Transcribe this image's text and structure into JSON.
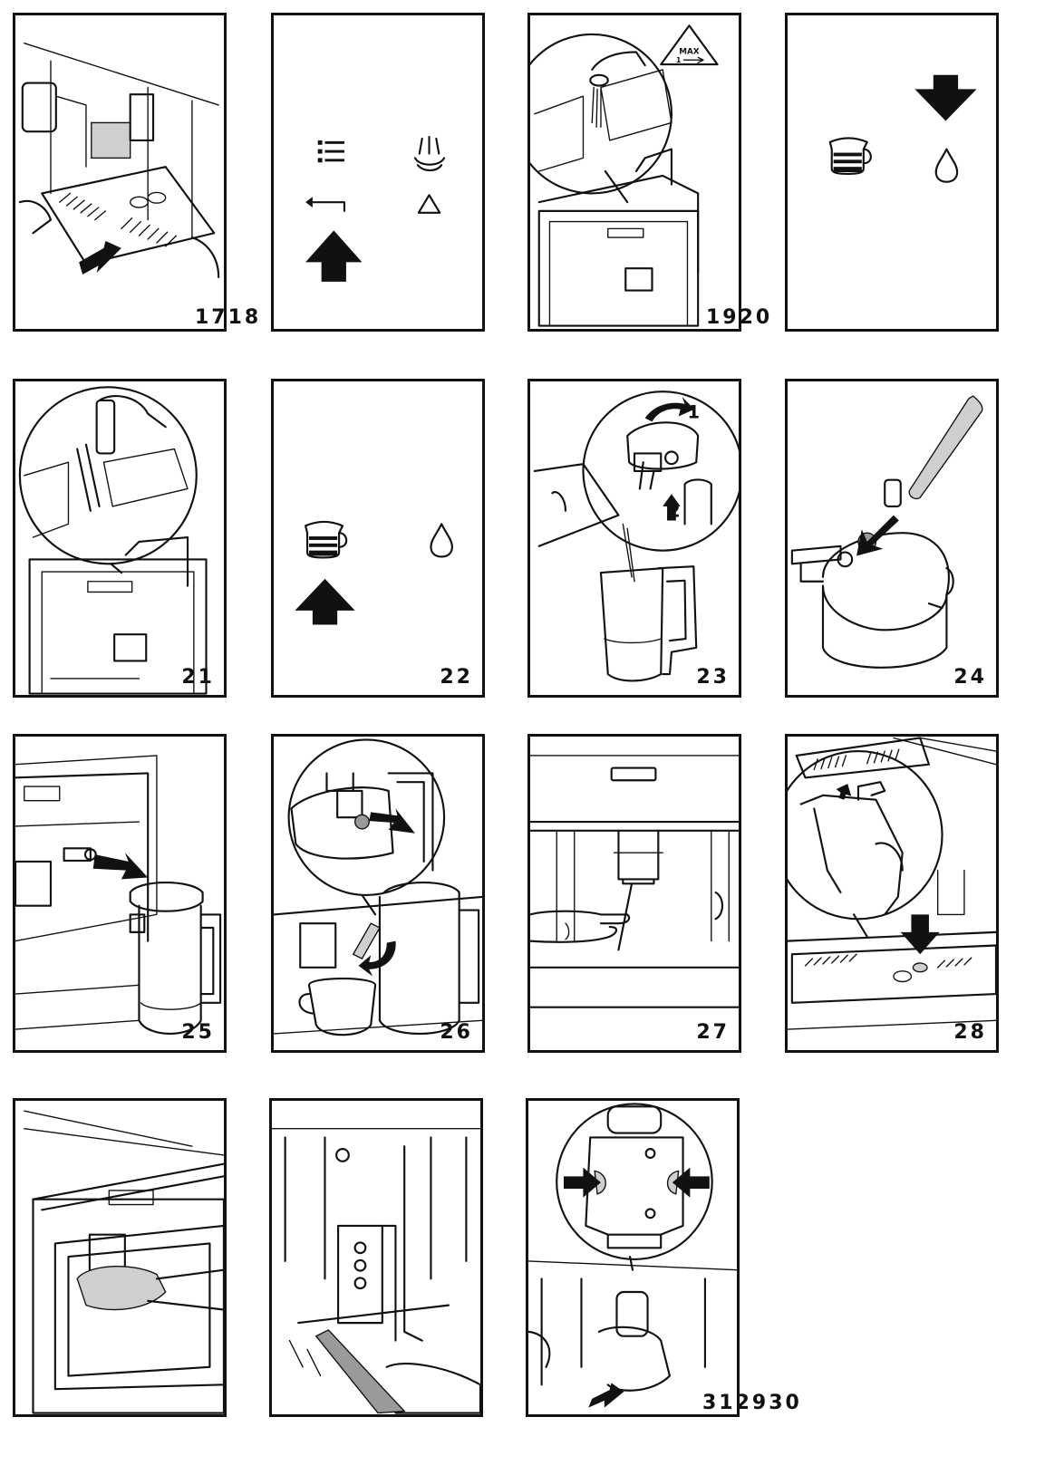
{
  "figures": [
    {
      "id": "fig-17-18",
      "label": "1718"
    },
    {
      "id": "fig-display-1",
      "label": ""
    },
    {
      "id": "fig-19-20",
      "label": "1920",
      "warning": {
        "line1": "MAX",
        "line2": "1"
      }
    },
    {
      "id": "fig-display-2",
      "label": ""
    },
    {
      "id": "fig-21",
      "label": "21"
    },
    {
      "id": "fig-22",
      "label": "22"
    },
    {
      "id": "fig-23",
      "label": "23",
      "steps": [
        "1",
        "2"
      ]
    },
    {
      "id": "fig-24",
      "label": "24"
    },
    {
      "id": "fig-25",
      "label": "25"
    },
    {
      "id": "fig-26",
      "label": "26"
    },
    {
      "id": "fig-27",
      "label": "27"
    },
    {
      "id": "fig-28",
      "label": "28"
    },
    {
      "id": "fig-29",
      "label": ""
    },
    {
      "id": "fig-30",
      "label": ""
    },
    {
      "id": "fig-31",
      "label": "312930"
    }
  ],
  "icons": {
    "menu": "menu-icon",
    "steam": "steam-icon",
    "back": "back-icon",
    "warning": "warning-triangle-icon",
    "up_arrow": "up-arrow-icon",
    "down_arrow": "down-arrow-icon",
    "milk_jug": "milk-jug-icon",
    "water_drop": "water-drop-icon"
  }
}
